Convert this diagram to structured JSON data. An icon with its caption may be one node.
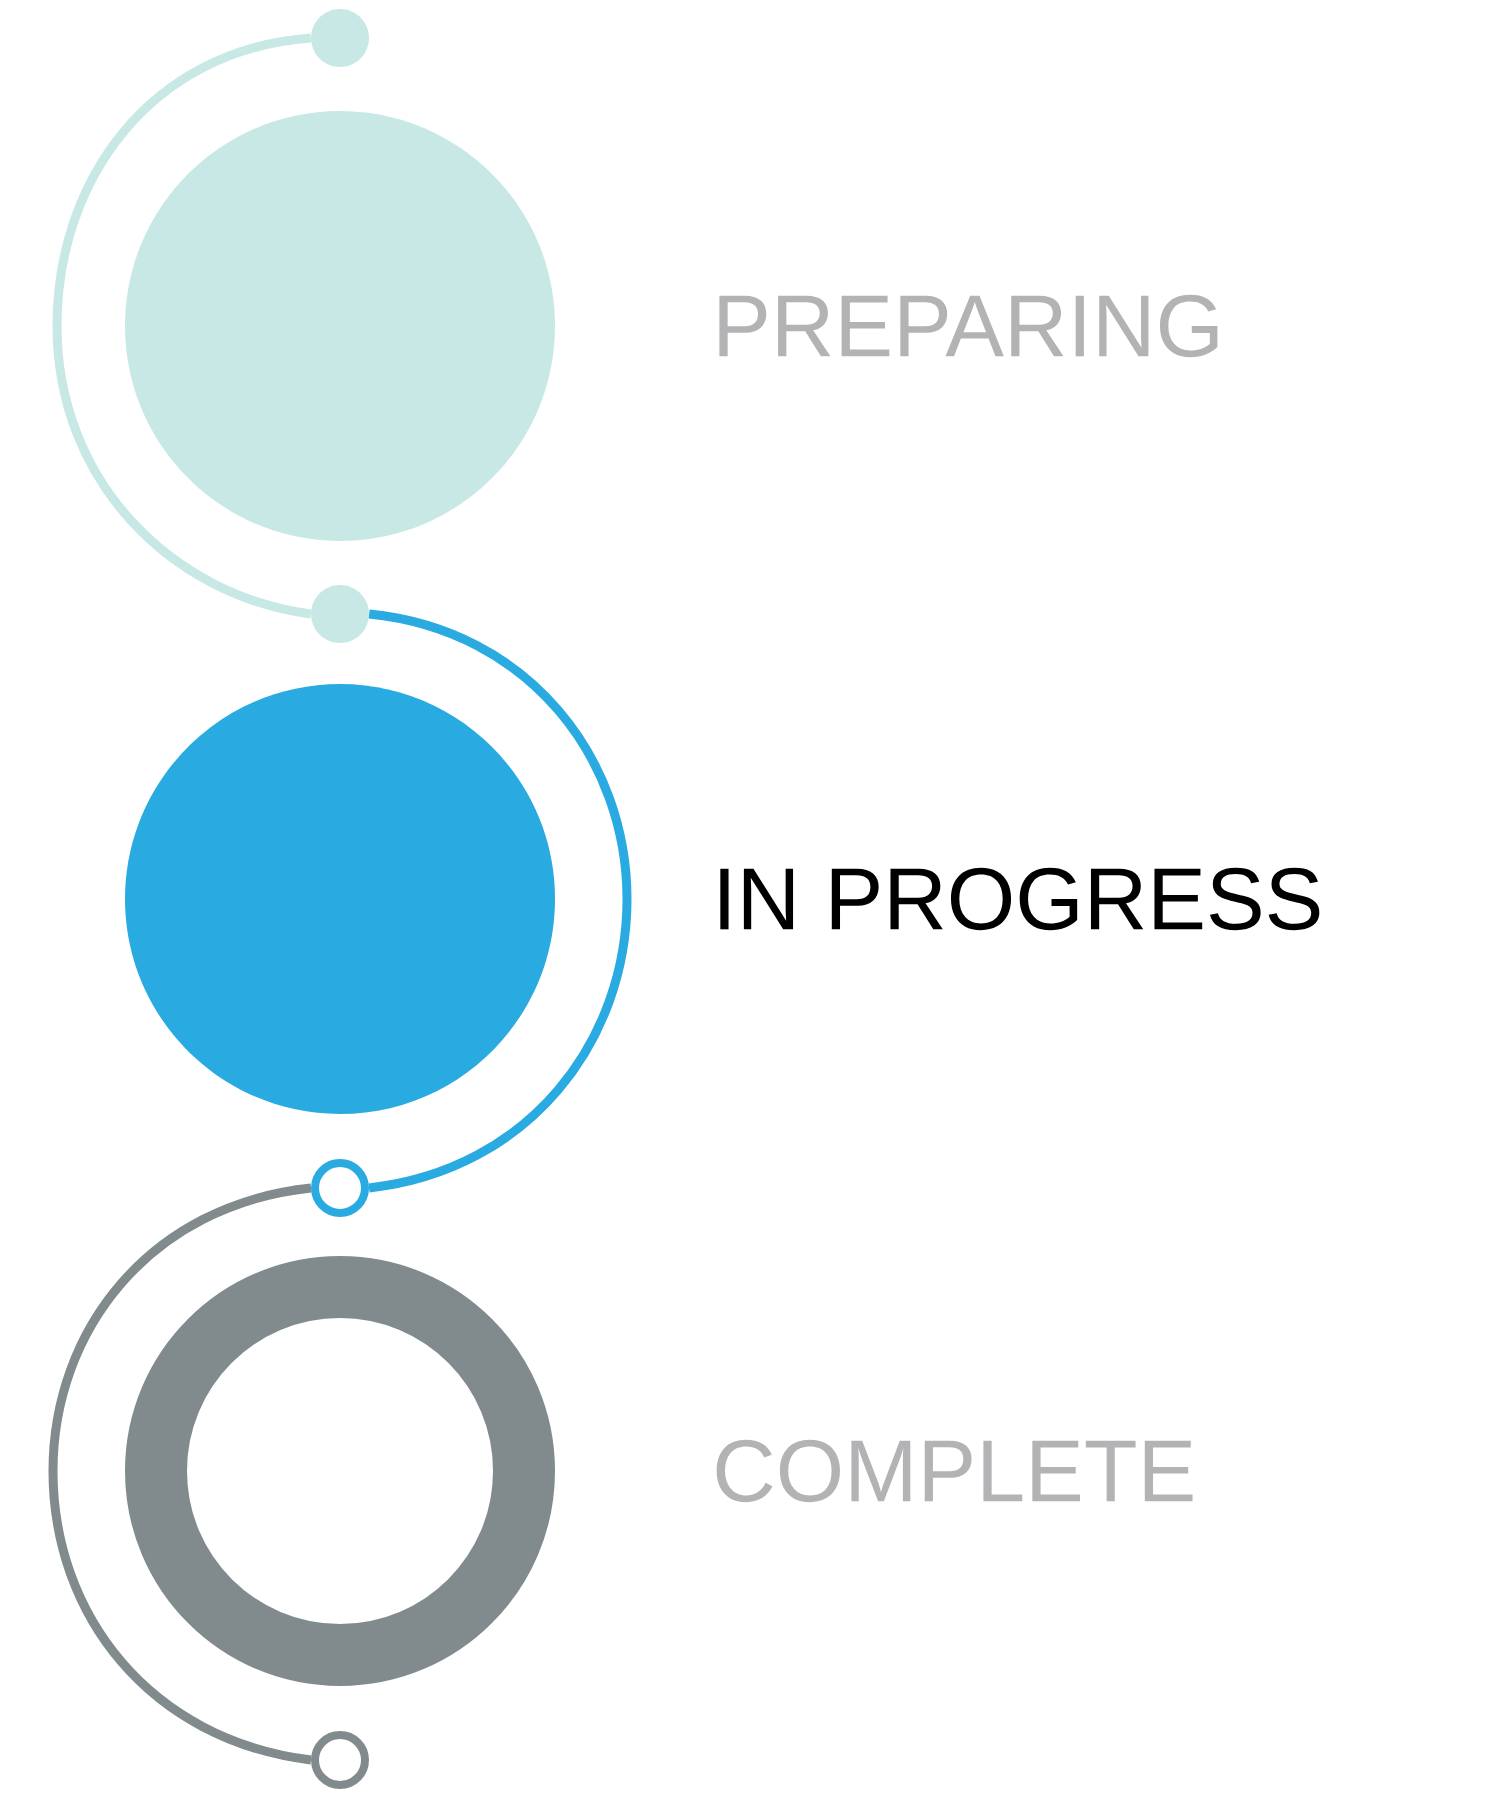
{
  "diagram": {
    "nodes": [
      {
        "text": [],
        "shape": "circle"
      },
      {
        "text": [],
        "shape": "circle",
        "beside": [
          "PREPARING"
        ]
      },
      {
        "text": [],
        "shape": "circle"
      },
      {
        "text": [],
        "shape": "circle",
        "beside": [
          "IN PROGRESS"
        ]
      },
      {
        "text": [],
        "shape": "circle"
      },
      {
        "text": [],
        "shape": "circle",
        "beside": [
          "COMPLETE"
        ]
      },
      {
        "text": [],
        "shape": "circle"
      }
    ],
    "edges": [
      {
        "from": 0,
        "to": 2,
        "arrow": "none",
        "color": "#c8e8e5"
      },
      {
        "from": 2,
        "to": 4,
        "arrow": "none",
        "color": "#29aae1"
      },
      {
        "from": 4,
        "to": 6,
        "arrow": "none",
        "color": "#818b8e"
      }
    ]
  }
}
